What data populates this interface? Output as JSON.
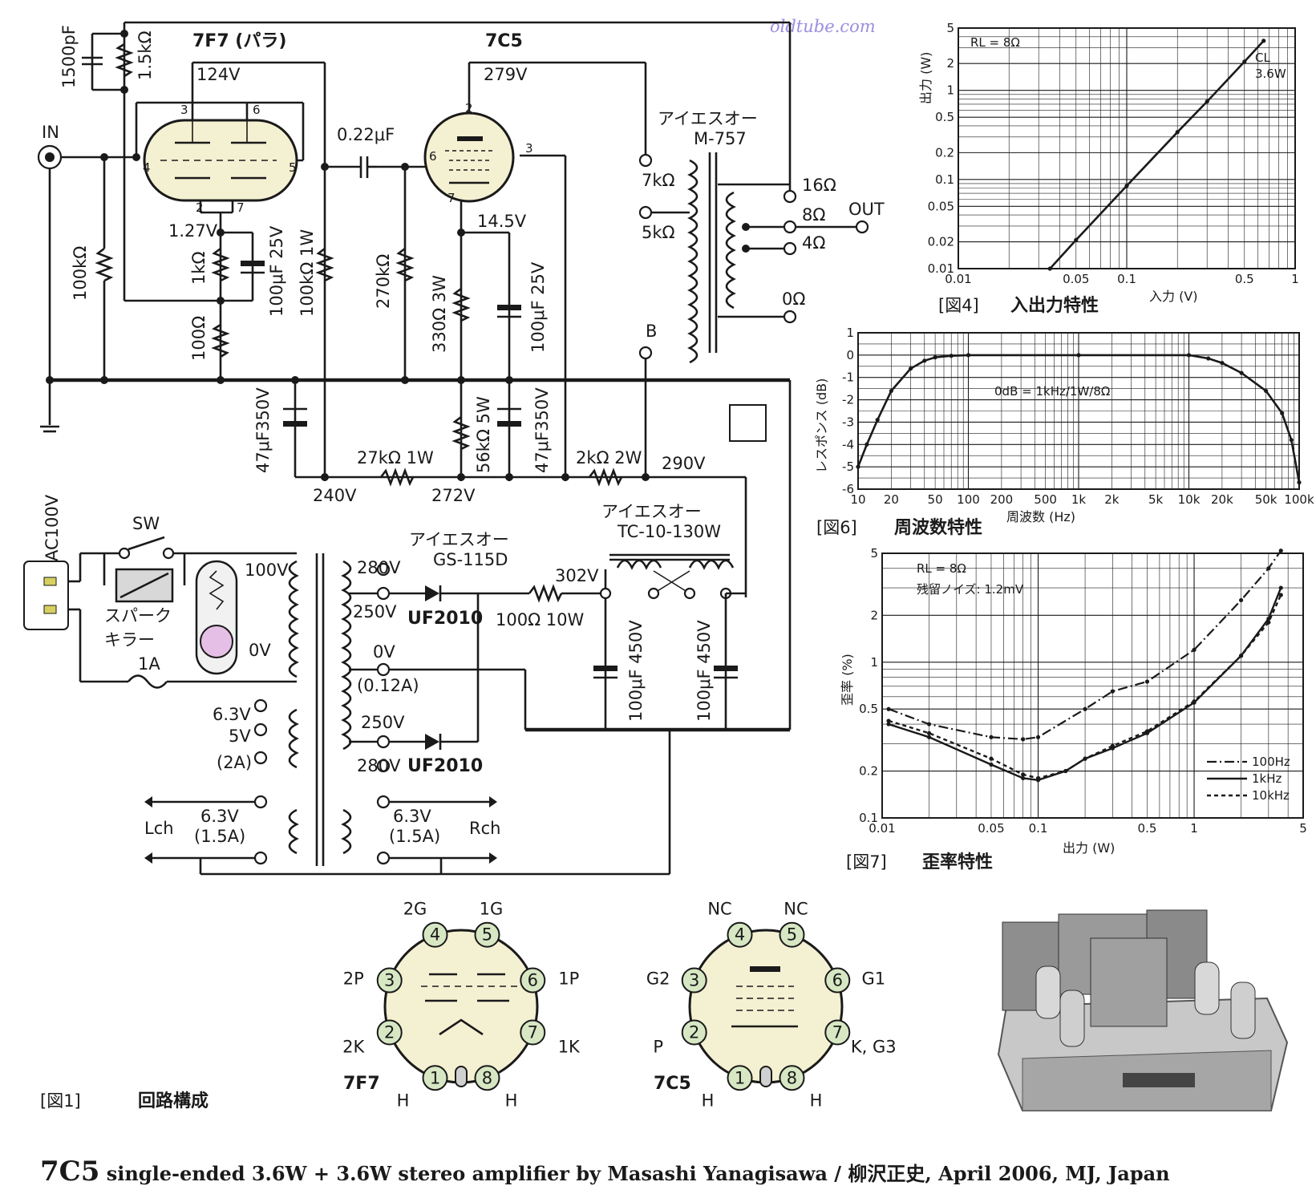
{
  "watermark": "oldtube.com",
  "caption": {
    "tube": "7C5",
    "rest": " single-ended 3.6W + 3.6W stereo amplifier by Masashi Yanagisawa / 柳沢正史, April 2006, MJ, Japan"
  },
  "schematic": {
    "fig_label": "[図1]",
    "fig_title": "回路構成",
    "tube1_name": "7F7 (パラ)",
    "tube2_name": "7C5",
    "input": "IN",
    "output": "OUT",
    "v_124": "124V",
    "v_127": "1.27V",
    "v_279": "279V",
    "v_145": "14.5V",
    "v_240": "240V",
    "v_272": "272V",
    "v_290": "290V",
    "v_302": "302V",
    "c_1500p": "1500pF",
    "r_15k": "1.5kΩ",
    "c_022": "0.22μF",
    "r_100k_in": "100kΩ",
    "r_1k": "1kΩ",
    "c_100u25": "100μF 25V",
    "r_100k1w": "100kΩ 1W",
    "r_100": "100Ω",
    "r_270k": "270kΩ",
    "r_330": "330Ω 3W",
    "c_100u25b": "100μF 25V",
    "c_47u_a": "47μF350V",
    "r_27k": "27kΩ 1W",
    "r_56k": "56kΩ 5W",
    "c_47u_b": "47μF350V",
    "r_2k": "2kΩ 2W",
    "opt_maker": "アイエスオー",
    "opt_model": "M-757",
    "tap_7k": "7kΩ",
    "tap_5k": "5kΩ",
    "tap_b": "B",
    "out_16": "16Ω",
    "out_8": "8Ω",
    "out_4": "4Ω",
    "out_0": "0Ω",
    "ac": "AC100V",
    "sw": "SW",
    "spark_1": "スパーク",
    "spark_2": "キラー",
    "fuse": "1A",
    "pt_maker": "アイエスオー",
    "pt_model": "GS-115D",
    "p_100": "100V",
    "p_0": "0V",
    "s_280a": "280V",
    "s_250a": "250V",
    "s_0": "0V",
    "s_012": "(0.12A)",
    "s_250b": "250V",
    "s_280b": "280V",
    "h_63": "6.3V",
    "h_5": "5V",
    "h_2a": "(2A)",
    "diode1": "UF2010",
    "diode2": "UF2010",
    "r_100_10w": "100Ω 10W",
    "ch_maker": "アイエスオー",
    "ch_model": "TC-10-130W",
    "c_450a": "100μF 450V",
    "c_450b": "100μF 450V",
    "lch": "Lch",
    "rch": "Rch",
    "heater_l_v": "6.3V",
    "heater_l_a": "(1.5A)",
    "heater_r_v": "6.3V",
    "heater_r_a": "(1.5A)"
  },
  "pinouts": {
    "t7f7": {
      "name": "7F7",
      "labels": [
        "2G",
        "1G",
        "2P",
        "1P",
        "2K",
        "1K",
        "H",
        "H"
      ],
      "pins": [
        "1",
        "2",
        "3",
        "4",
        "5",
        "6",
        "7",
        "8"
      ]
    },
    "t7c5": {
      "name": "7C5",
      "labels": [
        "NC",
        "NC",
        "G2",
        "G1",
        "P",
        "K, G3",
        "H",
        "H"
      ],
      "pins": [
        "1",
        "2",
        "3",
        "4",
        "5",
        "6",
        "7",
        "8"
      ]
    }
  },
  "chart_data": [
    {
      "type": "line",
      "id": "fig4",
      "fig_label": "[図4]",
      "title": "入出力特性",
      "xlabel": "入力 (V)",
      "ylabel": "出力 (W)",
      "xscale": "log",
      "yscale": "log",
      "xlim": [
        0.01,
        1
      ],
      "ylim": [
        0.01,
        5
      ],
      "xticks": [
        "0.01",
        "0.05",
        "0.1",
        "0.5",
        "1"
      ],
      "yticks": [
        "0.01",
        "0.02",
        "0.05",
        "0.1",
        "0.2",
        "0.5",
        "1",
        "2",
        "5"
      ],
      "annotations": [
        "RL = 8Ω",
        "CL",
        "3.6W"
      ],
      "grid": true,
      "series": [
        {
          "x": [
            0.035,
            0.05,
            0.1,
            0.2,
            0.3,
            0.5,
            0.65
          ],
          "y": [
            0.01,
            0.021,
            0.085,
            0.34,
            0.75,
            2.1,
            3.6
          ]
        }
      ]
    },
    {
      "type": "line",
      "id": "fig6",
      "fig_label": "[図6]",
      "title": "周波数特性",
      "xlabel": "周波数 (Hz)",
      "ylabel": "レスポンス (dB)",
      "xscale": "log",
      "xlim": [
        10,
        100000
      ],
      "ylim": [
        -6,
        1
      ],
      "xticks": [
        "10",
        "20",
        "50",
        "100",
        "200",
        "500",
        "1k",
        "2k",
        "5k",
        "10k",
        "20k",
        "50k",
        "100k"
      ],
      "yticks": [
        "1",
        "0",
        "-1",
        "-2",
        "-3",
        "-4",
        "-5",
        "-6"
      ],
      "annotations": [
        "0dB = 1kHz/1W/8Ω"
      ],
      "grid": true,
      "series": [
        {
          "x": [
            10,
            12,
            15,
            20,
            30,
            40,
            50,
            70,
            100,
            1000,
            10000,
            15000,
            20000,
            30000,
            50000,
            70000,
            85000,
            100000
          ],
          "y": [
            -5.0,
            -4.0,
            -2.9,
            -1.6,
            -0.6,
            -0.25,
            -0.1,
            -0.03,
            0,
            0,
            0,
            -0.15,
            -0.35,
            -0.8,
            -1.6,
            -2.6,
            -3.8,
            -5.7
          ]
        }
      ]
    },
    {
      "type": "line",
      "id": "fig7",
      "fig_label": "[図7]",
      "title": "歪率特性",
      "xlabel": "出力 (W)",
      "ylabel": "歪率 (%)",
      "xscale": "log",
      "yscale": "log",
      "xlim": [
        0.01,
        5
      ],
      "ylim": [
        0.1,
        5
      ],
      "xticks": [
        "0.01",
        "0.05",
        "0.1",
        "0.5",
        "1",
        "5"
      ],
      "yticks": [
        "0.1",
        "0.2",
        "0.5",
        "1",
        "2",
        "5"
      ],
      "annotations": [
        "RL = 8Ω",
        "残留ノイズ: 1.2mV"
      ],
      "legend": "bottom-right",
      "grid": true,
      "series": [
        {
          "name": "100Hz",
          "x": [
            0.011,
            0.02,
            0.05,
            0.08,
            0.1,
            0.2,
            0.3,
            0.5,
            1,
            2,
            3,
            3.6
          ],
          "y": [
            0.5,
            0.4,
            0.33,
            0.32,
            0.33,
            0.5,
            0.65,
            0.75,
            1.2,
            2.5,
            4.0,
            5.2
          ]
        },
        {
          "name": "1kHz",
          "x": [
            0.011,
            0.02,
            0.05,
            0.08,
            0.1,
            0.15,
            0.2,
            0.3,
            0.5,
            1,
            2,
            3,
            3.6
          ],
          "y": [
            0.4,
            0.33,
            0.22,
            0.18,
            0.175,
            0.2,
            0.24,
            0.28,
            0.35,
            0.55,
            1.1,
            1.9,
            3.0
          ]
        },
        {
          "name": "10kHz",
          "x": [
            0.011,
            0.02,
            0.05,
            0.08,
            0.1,
            0.15,
            0.2,
            0.3,
            0.5,
            1,
            2,
            3,
            3.6
          ],
          "y": [
            0.42,
            0.35,
            0.24,
            0.19,
            0.18,
            0.2,
            0.24,
            0.29,
            0.36,
            0.56,
            1.1,
            1.8,
            2.7
          ]
        }
      ]
    }
  ]
}
